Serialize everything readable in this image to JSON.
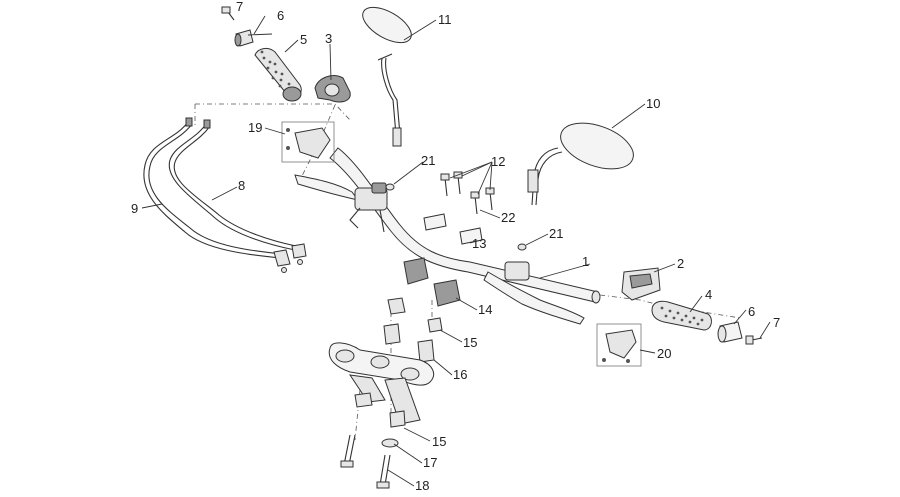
{
  "diagram": {
    "callouts": [
      {
        "key": "c1",
        "label": "1"
      },
      {
        "key": "c2",
        "label": "2"
      },
      {
        "key": "c3",
        "label": "3"
      },
      {
        "key": "c4",
        "label": "4"
      },
      {
        "key": "c5",
        "label": "5"
      },
      {
        "key": "c6a",
        "label": "6"
      },
      {
        "key": "c6b",
        "label": "6"
      },
      {
        "key": "c7a",
        "label": "7"
      },
      {
        "key": "c7b",
        "label": "7"
      },
      {
        "key": "c8",
        "label": "8"
      },
      {
        "key": "c9",
        "label": "9"
      },
      {
        "key": "c10",
        "label": "10"
      },
      {
        "key": "c11",
        "label": "11"
      },
      {
        "key": "c12",
        "label": "12"
      },
      {
        "key": "c13",
        "label": "13"
      },
      {
        "key": "c14",
        "label": "14"
      },
      {
        "key": "c15a",
        "label": "15"
      },
      {
        "key": "c15b",
        "label": "15"
      },
      {
        "key": "c16",
        "label": "16"
      },
      {
        "key": "c17",
        "label": "17"
      },
      {
        "key": "c18",
        "label": "18"
      },
      {
        "key": "c19",
        "label": "19"
      },
      {
        "key": "c20",
        "label": "20"
      },
      {
        "key": "c21a",
        "label": "21"
      },
      {
        "key": "c21b",
        "label": "21"
      },
      {
        "key": "c22",
        "label": "22"
      }
    ]
  }
}
